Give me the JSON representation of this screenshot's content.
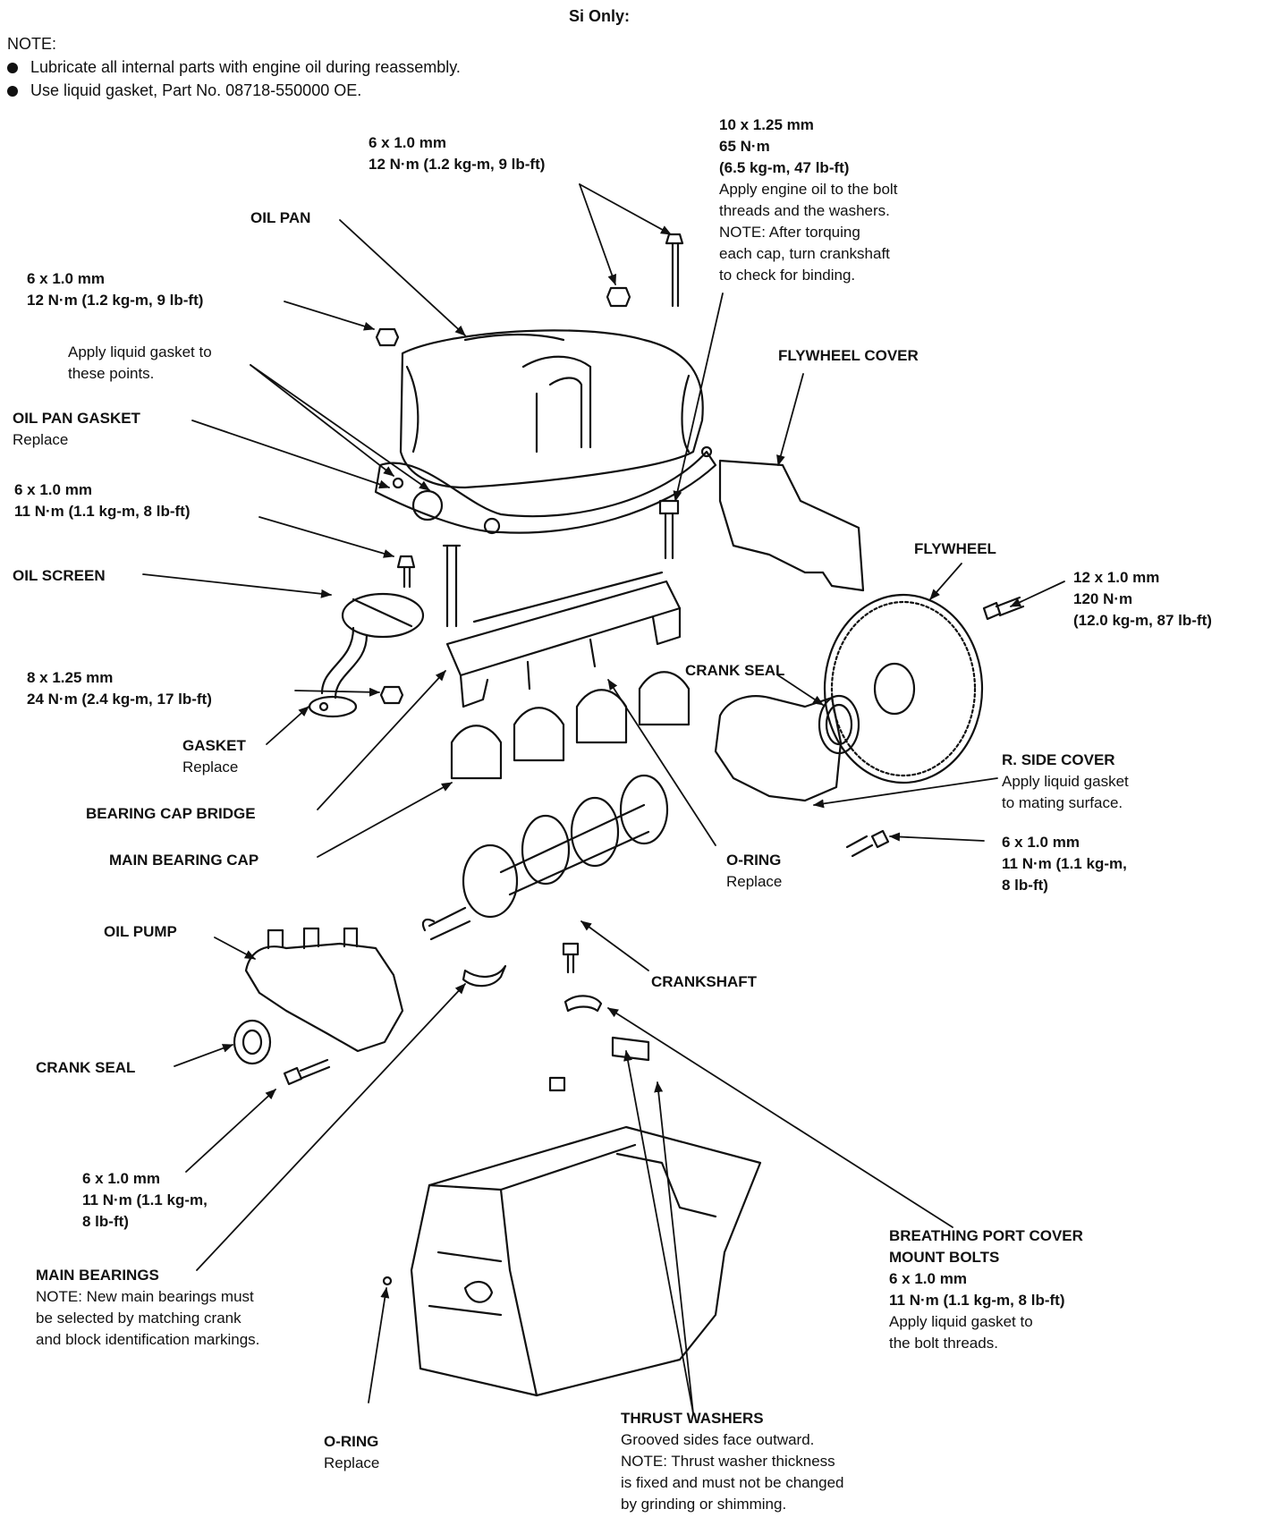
{
  "header": {
    "title": "Si Only:"
  },
  "note": {
    "heading": "NOTE:",
    "items": [
      "Lubricate all internal parts with engine oil during reassembly.",
      "Use liquid gasket, Part No. 08718-550000 OE."
    ]
  },
  "labels": {
    "oil_pan": {
      "name": "OIL PAN"
    },
    "bolt_top": {
      "size": "6 x 1.0 mm",
      "torque": "12 N·m (1.2 kg-m, 9 lb-ft)"
    },
    "cap_bolt": {
      "size": "10 x 1.25 mm",
      "torque1": "65 N·m",
      "torque2": "(6.5 kg-m, 47 lb-ft)",
      "line1": "Apply engine oil to the bolt",
      "line2": "threads and the washers.",
      "line3": "NOTE: After torquing",
      "line4": "each cap, turn crankshaft",
      "line5": "to check for binding."
    },
    "pan_bolt_left": {
      "size": "6 x 1.0 mm",
      "torque": "12 N·m (1.2 kg-m, 9 lb-ft)"
    },
    "liquid_gasket": {
      "line1": "Apply liquid gasket to",
      "line2": "these points."
    },
    "flywheel_cover": {
      "name": "FLYWHEEL COVER"
    },
    "oil_pan_gasket": {
      "name": "OIL PAN GASKET",
      "note": "Replace"
    },
    "screen_bolt": {
      "size": "6 x 1.0 mm",
      "torque": "11 N·m (1.1 kg-m, 8 lb-ft)"
    },
    "oil_screen": {
      "name": "OIL SCREEN"
    },
    "flywheel": {
      "name": "FLYWHEEL"
    },
    "flywheel_bolt": {
      "size": "12 x 1.0 mm",
      "torque1": "120 N·m",
      "torque2": "(12.0 kg-m, 87 lb-ft)"
    },
    "crank_seal_right": {
      "name": "CRANK SEAL"
    },
    "bridge_nut": {
      "size": "8 x 1.25 mm",
      "torque": "24 N·m (2.4 kg-m, 17 lb-ft)"
    },
    "gasket": {
      "name": "GASKET",
      "note": "Replace"
    },
    "r_side_cover": {
      "name": "R. SIDE COVER",
      "line1": "Apply liquid gasket",
      "line2": "to mating surface."
    },
    "bearing_cap_bridge": {
      "name": "BEARING CAP BRIDGE"
    },
    "main_bearing_cap": {
      "name": "MAIN BEARING CAP"
    },
    "o_ring_right": {
      "name": "O-RING",
      "note": "Replace"
    },
    "side_cover_bolt": {
      "size": "6 x 1.0 mm",
      "torque1": "11 N·m (1.1 kg-m,",
      "torque2": "8 lb-ft)"
    },
    "oil_pump": {
      "name": "OIL PUMP"
    },
    "crankshaft": {
      "name": "CRANKSHAFT"
    },
    "crank_seal_left": {
      "name": "CRANK SEAL"
    },
    "pump_bolt": {
      "size": "6 x 1.0 mm",
      "torque1": "11 N·m (1.1 kg-m,",
      "torque2": "8 lb-ft)"
    },
    "main_bearings": {
      "name": "MAIN BEARINGS",
      "line1": "NOTE: New main bearings must",
      "line2": "be selected by matching crank",
      "line3": "and block identification markings."
    },
    "breathing_port": {
      "name1": "BREATHING PORT COVER",
      "name2": "MOUNT BOLTS",
      "size": "6 x 1.0 mm",
      "torque": "11 N·m (1.1 kg-m, 8 lb-ft)",
      "line1": "Apply liquid gasket to",
      "line2": "the bolt threads."
    },
    "o_ring_bottom": {
      "name": "O-RING",
      "note": "Replace"
    },
    "thrust_washers": {
      "name": "THRUST WASHERS",
      "line1": "Grooved sides face outward.",
      "line2": "NOTE: Thrust washer thickness",
      "line3": "is fixed and must not be changed",
      "line4": "by grinding or shimming."
    }
  }
}
